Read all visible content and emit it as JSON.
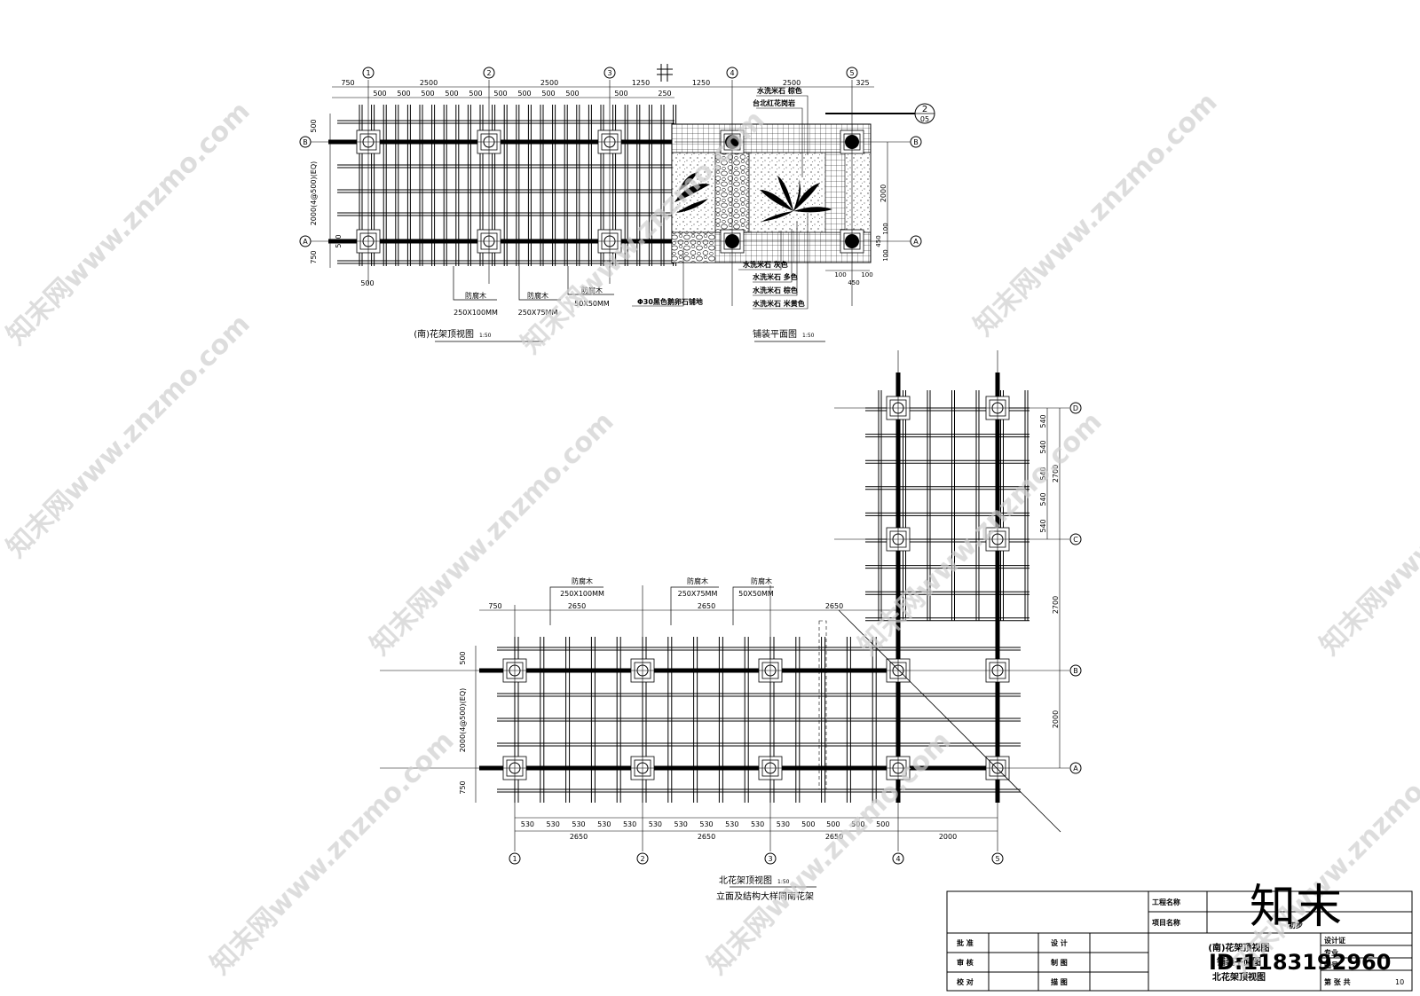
{
  "south_plan": {
    "title": "(南)花架顶视图",
    "scale": "1:50",
    "grid_cols": [
      "1",
      "2",
      "3"
    ],
    "grid_rows": [
      "B",
      "A"
    ],
    "top_dims_major": [
      "750",
      "2500",
      "2500",
      "1250"
    ],
    "top_dims_minor": [
      "500",
      "500",
      "500",
      "500",
      "500",
      "500",
      "500",
      "500",
      "500",
      "500",
      "250"
    ],
    "left_dims": [
      "500",
      "2000(4@500)(EQ)",
      "750"
    ],
    "mid_dim": "500",
    "bottom_dim": "500",
    "callouts": [
      {
        "name": "防腐木",
        "size": "250X100MM"
      },
      {
        "name": "防腐木",
        "size": "250X75MM"
      },
      {
        "name": "防腐木",
        "size": "50X50MM"
      }
    ]
  },
  "paving_plan": {
    "title": "铺装平面图",
    "scale": "1:50",
    "grid_cols": [
      "4",
      "5"
    ],
    "grid_rows": [
      "B",
      "A"
    ],
    "top_dims": [
      "1250",
      "2500",
      "325"
    ],
    "right_dim": "2000",
    "small_dims": [
      "450",
      "100",
      "100",
      "100",
      "100",
      "450"
    ],
    "section_mark_top": "2",
    "section_mark_bottom": "05",
    "labels_top": [
      "水洗米石  棕色",
      "台北红花岗岩"
    ],
    "labels_bottom": [
      "水洗米石  灰色",
      "水洗米石  多色",
      "水洗米石  棕色",
      "水洗米石  米黄色"
    ],
    "pebble_note": "Φ30黑色鹅卵石铺地"
  },
  "north_plan": {
    "title": "北花架顶视图",
    "scale": "1:50",
    "note": "立面及结构大样同南花架",
    "grid_cols": [
      "1",
      "2",
      "3",
      "4",
      "5"
    ],
    "grid_rows": [
      "D",
      "C",
      "B",
      "A"
    ],
    "top_dims": [
      "750",
      "2650",
      "2650",
      "2650"
    ],
    "bottom_small": [
      "530",
      "530",
      "530",
      "530",
      "530",
      "530",
      "530",
      "530",
      "530",
      "530",
      "530",
      "500",
      "500",
      "500",
      "500"
    ],
    "bottom_big": [
      "2650",
      "2650",
      "2650",
      "2000"
    ],
    "left_dims": [
      "500",
      "2000(4@500)(EQ)",
      "750"
    ],
    "right_small": [
      "540",
      "540",
      "540",
      "540",
      "540"
    ],
    "right_big": [
      "2700",
      "2700",
      "2000"
    ],
    "callouts": [
      {
        "name": "防腐木",
        "size": "250X100MM"
      },
      {
        "name": "防腐木",
        "size": "250X75MM"
      },
      {
        "name": "防腐木",
        "size": "50X50MM"
      }
    ]
  },
  "title_block": {
    "project_name_label": "工程名称",
    "item_name_label": "项目名称",
    "stage": "初步",
    "approve": "批  准",
    "design": "设  计",
    "review": "审  核",
    "draw": "制  图",
    "check": "校  对",
    "trace": "描  图",
    "drawing_title_lines": [
      "(南)花架顶视图",
      "铺装平面图",
      "北花架顶视图"
    ],
    "side_labels": [
      "设计证",
      "专业",
      "图号"
    ],
    "sheet_label": "第  张  共",
    "sheet_total": "10"
  },
  "watermark": {
    "text": "知末网www.znzmo.com",
    "logo": "知末",
    "id": "ID:1183192960"
  }
}
